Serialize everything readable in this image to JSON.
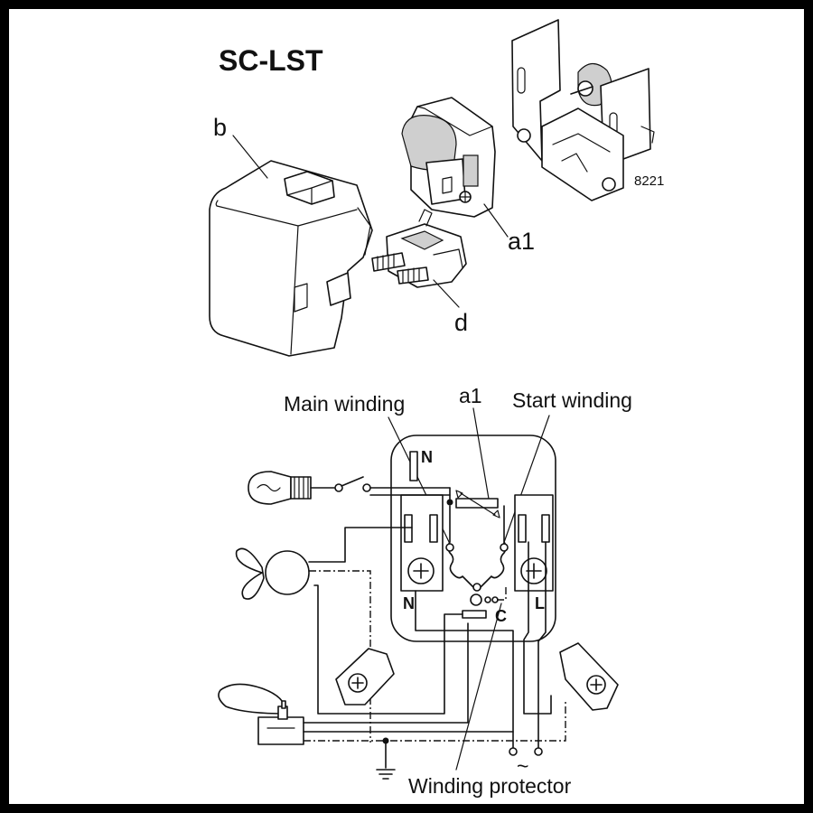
{
  "title": "SC-LST",
  "figure_number": "8221",
  "part_labels": {
    "cover": "b",
    "relay": "a1",
    "clip": "d"
  },
  "schematic_labels": {
    "main_winding": "Main winding",
    "relay": "a1",
    "start_winding": "Start winding",
    "winding_protector": "Winding protector",
    "ac_symbol": "~"
  },
  "terminals": {
    "n_top": "N",
    "n_bottom": "N",
    "l": "L",
    "c": "C"
  }
}
